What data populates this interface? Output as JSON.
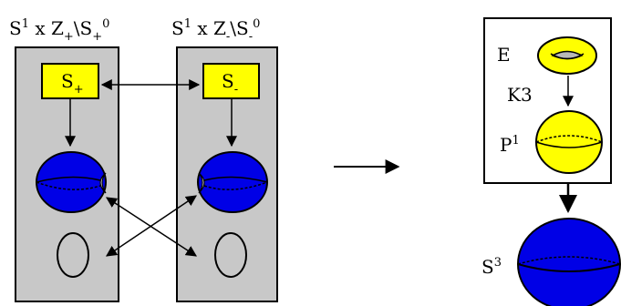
{
  "left_panel": {
    "title_main": "S",
    "title_sup1": "1",
    "title_mid": " x Z",
    "title_sub1": "+",
    "title_sep": "\\S",
    "title_sub2": "+",
    "title_sup2": "0",
    "box_label": "S",
    "box_sub": "+"
  },
  "middle_panel": {
    "title_main": "S",
    "title_sup1": "1",
    "title_mid": " x Z",
    "title_sub1": "-",
    "title_sep": "\\S",
    "title_sub2": "-",
    "title_sup2": "0",
    "box_label": "S",
    "box_sub": "-"
  },
  "right_panel": {
    "fiber_label": "E",
    "k3_label": "K3",
    "base_label": "P",
    "base_sup": "1"
  },
  "bottom": {
    "sphere_label": "S",
    "sphere_sup": "3"
  },
  "colors": {
    "panel_gray": "#c8c8c8",
    "box_yellow": "#ffff00",
    "sphere_blue": "#0000e6",
    "line": "#000000"
  }
}
